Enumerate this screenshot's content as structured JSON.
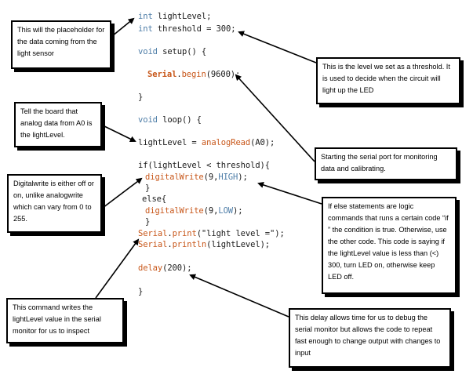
{
  "code": {
    "l1_type": "int",
    "l1_rest": " lightLevel;",
    "l2_type": "int",
    "l2_rest": " threshold = 300;",
    "l3_type": "void",
    "l3_rest": " setup() {",
    "l4_fn": "Serial",
    "l4_dot": ".",
    "l4_method": "begin",
    "l4_rest": "(9600);",
    "l5": "}",
    "l6_type": "void",
    "l6_rest": " loop() {",
    "l7_a": "lightLevel = ",
    "l7_fn": "analogRead",
    "l7_rest": "(A0);",
    "l8": "if(lightLevel < threshold){",
    "l9_fn": "digitalWrite",
    "l9_mid": "(9,",
    "l9_const": "HIGH",
    "l9_end": ");",
    "l10": "}",
    "l11": "else{",
    "l12_fn": "digitalWrite",
    "l12_mid": "(9,",
    "l12_const": "LOW",
    "l12_end": ");",
    "l13": "}",
    "l14_fn": "Serial",
    "l14_dot": ".",
    "l14_method": "print",
    "l14_rest": "(\"light level =\");",
    "l15_fn": "Serial",
    "l15_dot": ".",
    "l15_method": "println",
    "l15_rest": "(lightLevel);",
    "l16_fn": "delay",
    "l16_rest": "(200);",
    "l17": "}"
  },
  "notes": {
    "placeholder": "This will the placeholder for the  data coming from the light sensor",
    "threshold": "This is the level we set as a threshold. It is used to decide when the circuit will light up the LED",
    "analog": "Tell the board that analog data from A0 is the lightLevel.",
    "serial_port": "Starting the serial port for monitoring data and calibrating.",
    "digitalwrite": "Digitalwrite is either off or on, unlike analogwrite which can vary from 0 to 255.",
    "ifelse": "If else statements are logic commands that runs a certain code “if ” the condition is true. Otherwise, use the other code. This code is saying if the lightLevel value is less than (<) 300, turn LED on, otherwise keep LED off.",
    "serial_write": "This command writes the lightLevel value in the serial monitor for us to inspect",
    "delay": "This delay allows time for us to debug the serial monitor but allows the code to repeat fast enough to change output with changes to input"
  },
  "colors": {
    "keyword": "#4f7ea8",
    "function": "#c8571a",
    "text": "#1a1a1a",
    "border": "#000000"
  }
}
